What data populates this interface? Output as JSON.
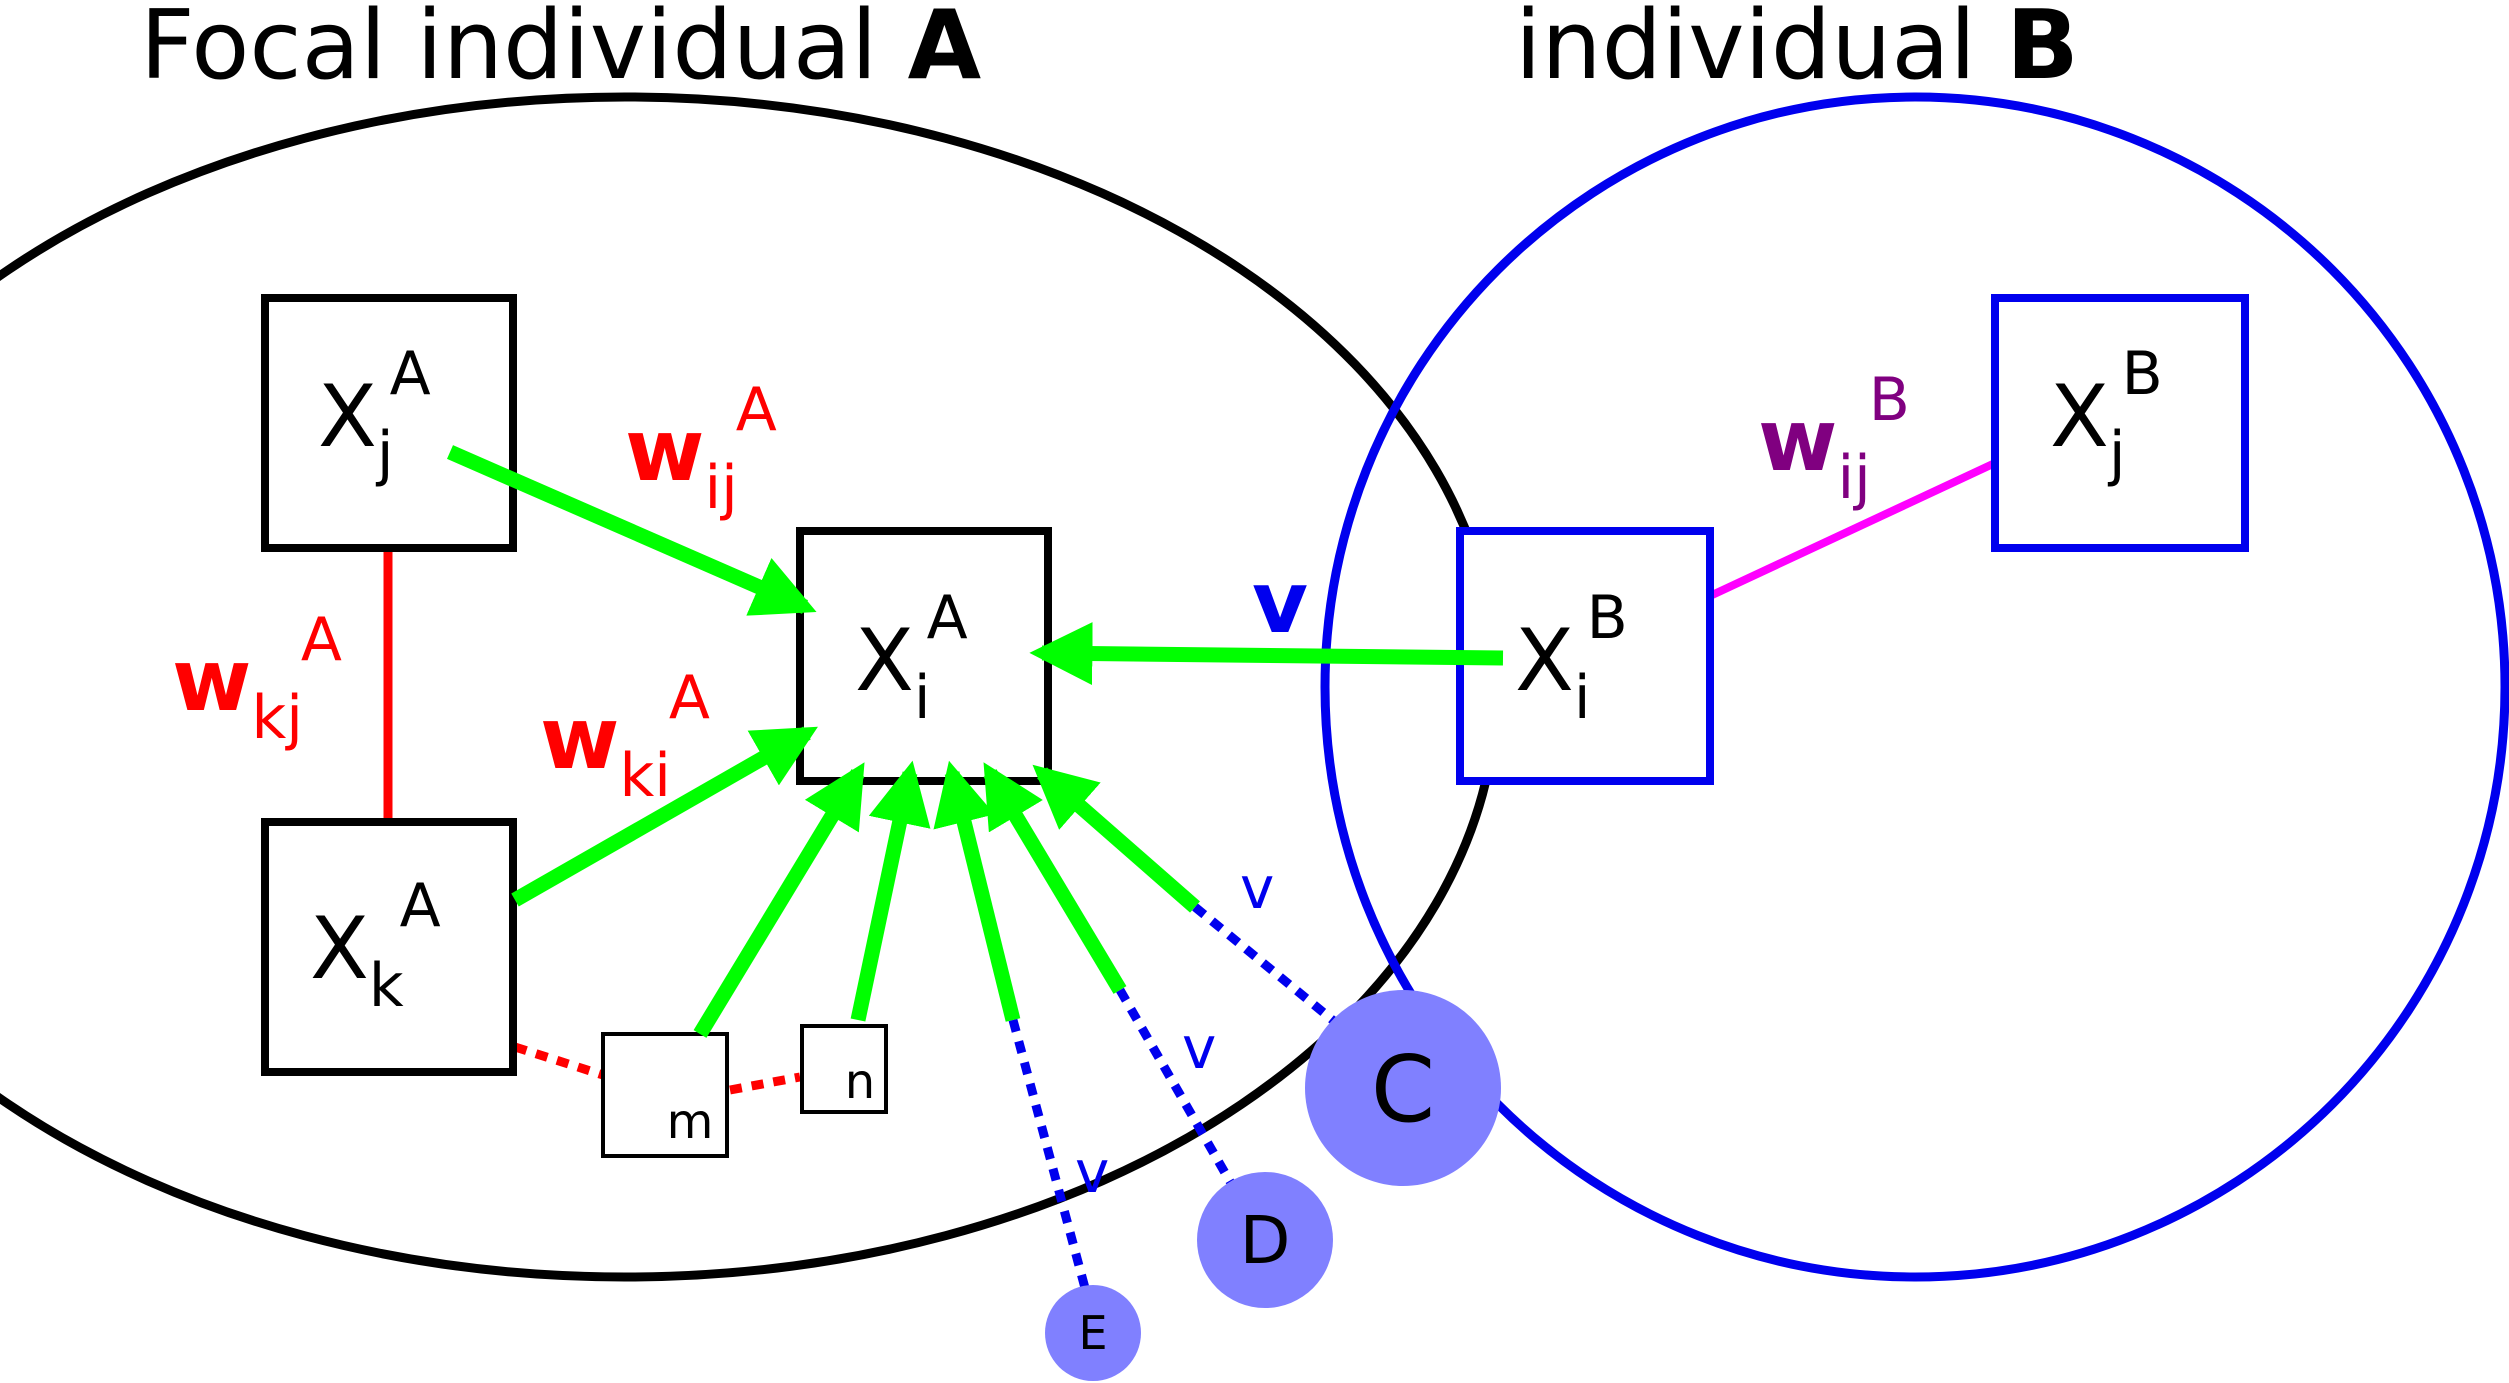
{
  "titles": {
    "a_prefix": "Focal individual ",
    "a_bold": "A",
    "b_prefix": "individual ",
    "b_bold": "B"
  },
  "nodes": {
    "xj_a": {
      "base": "X",
      "sub": "j",
      "sup": "A"
    },
    "xk_a": {
      "base": "X",
      "sub": "k",
      "sup": "A"
    },
    "xi_a": {
      "base": "X",
      "sub": "i",
      "sup": "A"
    },
    "xi_b": {
      "base": "X",
      "sub": "i",
      "sup": "B"
    },
    "xj_b": {
      "base": "X",
      "sub": "j",
      "sup": "B"
    },
    "m": "m",
    "n": "n"
  },
  "weights": {
    "wij_a": {
      "base": "w",
      "sub": "ij",
      "sup": "A"
    },
    "wkj_a": {
      "base": "w",
      "sub": "kj",
      "sup": "A"
    },
    "wki_a": {
      "base": "w",
      "sub": "ki",
      "sup": "A"
    },
    "wij_b": {
      "base": "w",
      "sub": "ij",
      "sup": "B"
    }
  },
  "external": {
    "v_label": "v",
    "c": "C",
    "d": "D",
    "e": "E"
  },
  "colors": {
    "circle_a": "#000000",
    "circle_b": "#0000ee",
    "arrow": "#00ff00",
    "weight_a": "#ff0000",
    "weight_b": "#800080",
    "link_b": "#ff00ff",
    "v": "#0000ee",
    "ext_node": "#8080ff"
  }
}
